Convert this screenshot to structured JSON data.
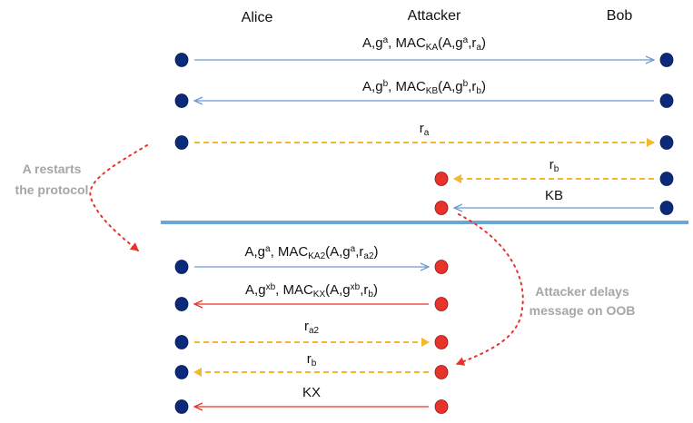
{
  "actors": {
    "alice": "Alice",
    "attacker": "Attacker",
    "bob": "Bob"
  },
  "notes": {
    "restart": [
      "A restarts",
      "the protocol"
    ],
    "delay": [
      "Attacker delays",
      "message on OOB"
    ]
  },
  "colors": {
    "node_blue": "#0b2a7a",
    "node_red": "#e8332b",
    "arrow_blue": "#6c9bd2",
    "arrow_red": "#e8332b",
    "arrow_yellow": "#f2b92b",
    "separator": "#6aa6d8",
    "curve": "#e8332b"
  },
  "messages": [
    {
      "id": "m1",
      "from": "alice",
      "to": "bob",
      "phase": 1,
      "style": "blue",
      "label": [
        [
          "A,g",
          ""
        ],
        [
          "a",
          "sup"
        ],
        [
          ", MAC",
          ""
        ],
        [
          "KA",
          "sub"
        ],
        [
          "(A,g",
          ""
        ],
        [
          "a",
          "sup"
        ],
        [
          ",r",
          ""
        ],
        [
          "a",
          "sub"
        ],
        [
          ")",
          ""
        ]
      ]
    },
    {
      "id": "m2",
      "from": "bob",
      "to": "alice",
      "phase": 1,
      "style": "blue",
      "label": [
        [
          "A,g",
          ""
        ],
        [
          "b",
          "sup"
        ],
        [
          ", MAC",
          ""
        ],
        [
          "KB",
          "sub"
        ],
        [
          "(A,g",
          ""
        ],
        [
          "b",
          "sup"
        ],
        [
          ",r",
          ""
        ],
        [
          "b",
          "sub"
        ],
        [
          ")",
          ""
        ]
      ]
    },
    {
      "id": "m3",
      "from": "alice",
      "to": "bob",
      "phase": 1,
      "style": "yellow",
      "label": [
        [
          "r",
          ""
        ],
        [
          "a",
          "sub"
        ]
      ]
    },
    {
      "id": "m4",
      "from": "bob",
      "to": "attacker",
      "phase": 1,
      "style": "yellow",
      "label": [
        [
          "r",
          ""
        ],
        [
          "b",
          "sub"
        ]
      ]
    },
    {
      "id": "m5",
      "from": "bob",
      "to": "attacker",
      "phase": 1,
      "style": "blue",
      "label": [
        [
          "KB",
          ""
        ]
      ]
    },
    {
      "id": "m6",
      "from": "alice",
      "to": "attacker",
      "phase": 2,
      "style": "blue",
      "label": [
        [
          "A,g",
          ""
        ],
        [
          "a",
          "sup"
        ],
        [
          ", MAC",
          ""
        ],
        [
          "KA2",
          "sub"
        ],
        [
          "(A,g",
          ""
        ],
        [
          "a",
          "sup"
        ],
        [
          ",r",
          ""
        ],
        [
          "a2",
          "sub"
        ],
        [
          ")",
          ""
        ]
      ]
    },
    {
      "id": "m7",
      "from": "attacker",
      "to": "alice",
      "phase": 2,
      "style": "red",
      "label": [
        [
          "A,g",
          ""
        ],
        [
          "xb",
          "sup"
        ],
        [
          ", MAC",
          ""
        ],
        [
          "KX",
          "sub"
        ],
        [
          "(A,g",
          ""
        ],
        [
          "xb",
          "sup"
        ],
        [
          ",r",
          ""
        ],
        [
          "b",
          "sub"
        ],
        [
          ")",
          ""
        ]
      ]
    },
    {
      "id": "m8",
      "from": "alice",
      "to": "attacker",
      "phase": 2,
      "style": "yellow",
      "label": [
        [
          "r",
          ""
        ],
        [
          "a2",
          "sub"
        ]
      ]
    },
    {
      "id": "m9",
      "from": "attacker",
      "to": "alice",
      "phase": 2,
      "style": "yellow",
      "label": [
        [
          "r",
          ""
        ],
        [
          "b",
          "sub"
        ]
      ]
    },
    {
      "id": "m10",
      "from": "attacker",
      "to": "alice",
      "phase": 2,
      "style": "red",
      "label": [
        [
          "KX",
          ""
        ]
      ]
    }
  ]
}
